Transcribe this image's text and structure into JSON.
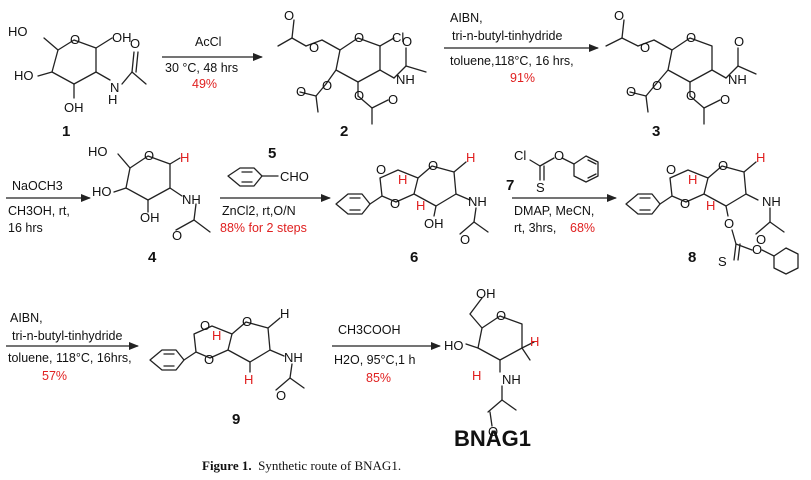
{
  "figure_caption": {
    "label": "Figure 1.",
    "text": "Synthetic route of BNAG1."
  },
  "compounds": {
    "c1": "1",
    "c2": "2",
    "c3": "3",
    "c4": "4",
    "c5": "5",
    "c6": "6",
    "c7": "7",
    "c8": "8",
    "c9": "9",
    "final": "BNAG1"
  },
  "steps": {
    "s1": {
      "reagent": "AcCl",
      "conditions": "30 °C, 48 hrs",
      "yield": "49%"
    },
    "s2": {
      "reagent": "AIBN,",
      "reagent2": "tri-n-butyl-tinhydride",
      "conditions": "toluene,118°C, 16 hrs,",
      "yield": "91%"
    },
    "s3": {
      "reagent": "NaOCH3",
      "conditions": "CH3OH, rt,",
      "conditions2": "16 hrs"
    },
    "s4": {
      "conditions": "ZnCl2, rt,O/N",
      "yield": "88% for 2 steps"
    },
    "s5": {
      "conditions": "DMAP, MeCN,",
      "conditions2": "rt, 3hrs,",
      "yield": "68%"
    },
    "s6": {
      "reagent": "AIBN,",
      "reagent2": "tri-n-butyl-tinhydride",
      "conditions": "toluene, 118°C, 16hrs,",
      "yield": "57%"
    },
    "s7": {
      "reagent": "CH3COOH",
      "conditions": "H2O, 95°C,1 h",
      "yield": "85%"
    }
  },
  "atom_labels": {
    "OH": "OH",
    "HO": "HO",
    "O": "O",
    "N": "N",
    "NH": "NH",
    "H": "H",
    "Cl": "Cl",
    "S": "S",
    "CHO": "CHO"
  }
}
